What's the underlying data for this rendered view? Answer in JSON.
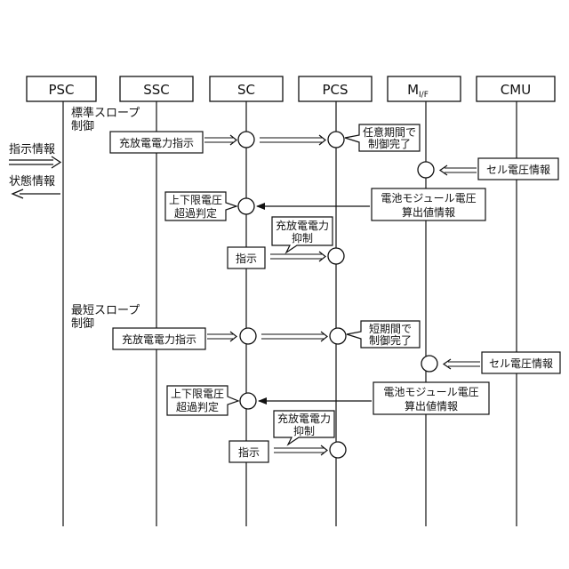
{
  "entities": [
    {
      "key": "psc",
      "label": "PSC"
    },
    {
      "key": "ssc",
      "label": "SSC"
    },
    {
      "key": "sc",
      "label": "SC"
    },
    {
      "key": "pcs",
      "label": "PCS"
    },
    {
      "key": "mif",
      "label": "M",
      "sub": "I/F"
    },
    {
      "key": "cmu",
      "label": "CMU"
    }
  ],
  "legend": {
    "instruction": "指示情報",
    "status": "状態情報"
  },
  "sections": [
    {
      "title_lines": [
        "標準スロープ",
        "制御"
      ],
      "charge_command": "充放電電力指示",
      "completion_lines": [
        "任意期間で",
        "制御完了"
      ],
      "cell_voltage": "セル電圧情報",
      "module_voltage_lines": [
        "電池モジュール電圧",
        "算出値情報"
      ],
      "limit_check_lines": [
        "上下限電圧",
        "超過判定"
      ],
      "suppress_lines": [
        "充放電電力",
        "抑制"
      ],
      "instruction_box": "指示"
    },
    {
      "title_lines": [
        "最短スロープ",
        "制御"
      ],
      "charge_command": "充放電電力指示",
      "completion_lines": [
        "短期間で",
        "制御完了"
      ],
      "cell_voltage": "セル電圧情報",
      "module_voltage_lines": [
        "電池モジュール電圧",
        "算出値情報"
      ],
      "limit_check_lines": [
        "上下限電圧",
        "超過判定"
      ],
      "suppress_lines": [
        "充放電電力",
        "抑制"
      ],
      "instruction_box": "指示"
    }
  ]
}
